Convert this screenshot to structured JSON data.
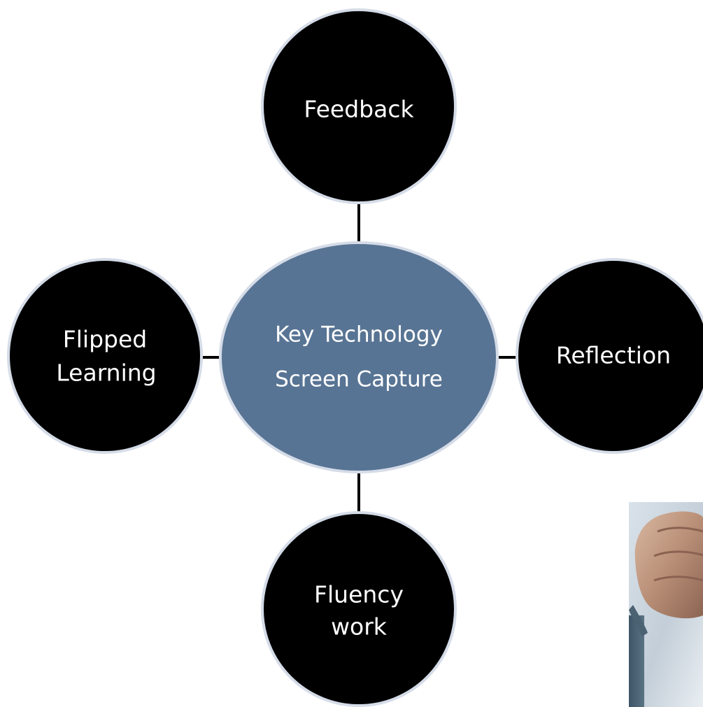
{
  "colors": {
    "background": "#ffffff",
    "outer_node_fill": "#000000",
    "node_outline": "#d5dce8",
    "center_fill": "#587494",
    "center_text": "#ffffff",
    "outer_text": "#ffffff",
    "connector": "#000000"
  },
  "center": {
    "line1": "Key Technology",
    "line2": "Screen Capture"
  },
  "nodes": {
    "top": {
      "line1": "Feedback"
    },
    "left": {
      "line1": "Flipped",
      "line2": "Learning"
    },
    "right": {
      "line1": "Reflection"
    },
    "bottom": {
      "line1": "Fluency",
      "line2": "work"
    }
  },
  "photo": {
    "icon": "fist-photo-icon"
  }
}
